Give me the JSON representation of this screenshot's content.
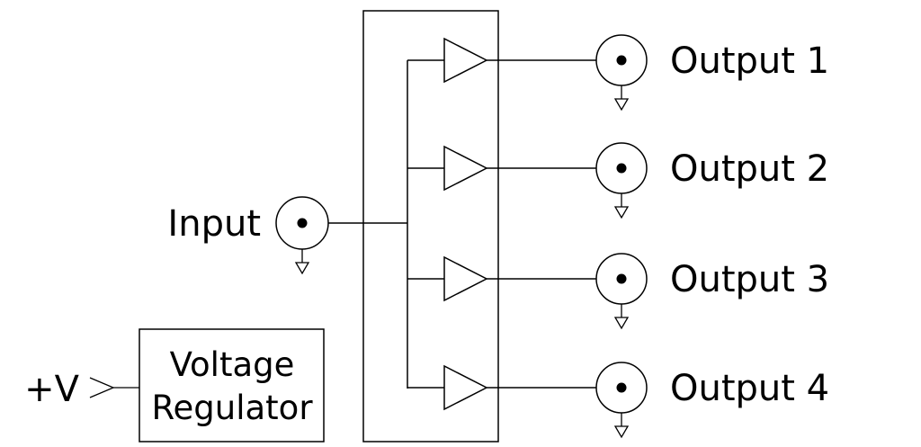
{
  "diagram": {
    "input_label": "Input",
    "supply_label": "+V",
    "regulator": {
      "line1": "Voltage",
      "line2": "Regulator"
    },
    "outputs": [
      {
        "label": "Output 1"
      },
      {
        "label": "Output 2"
      },
      {
        "label": "Output 3"
      },
      {
        "label": "Output 4"
      }
    ]
  }
}
